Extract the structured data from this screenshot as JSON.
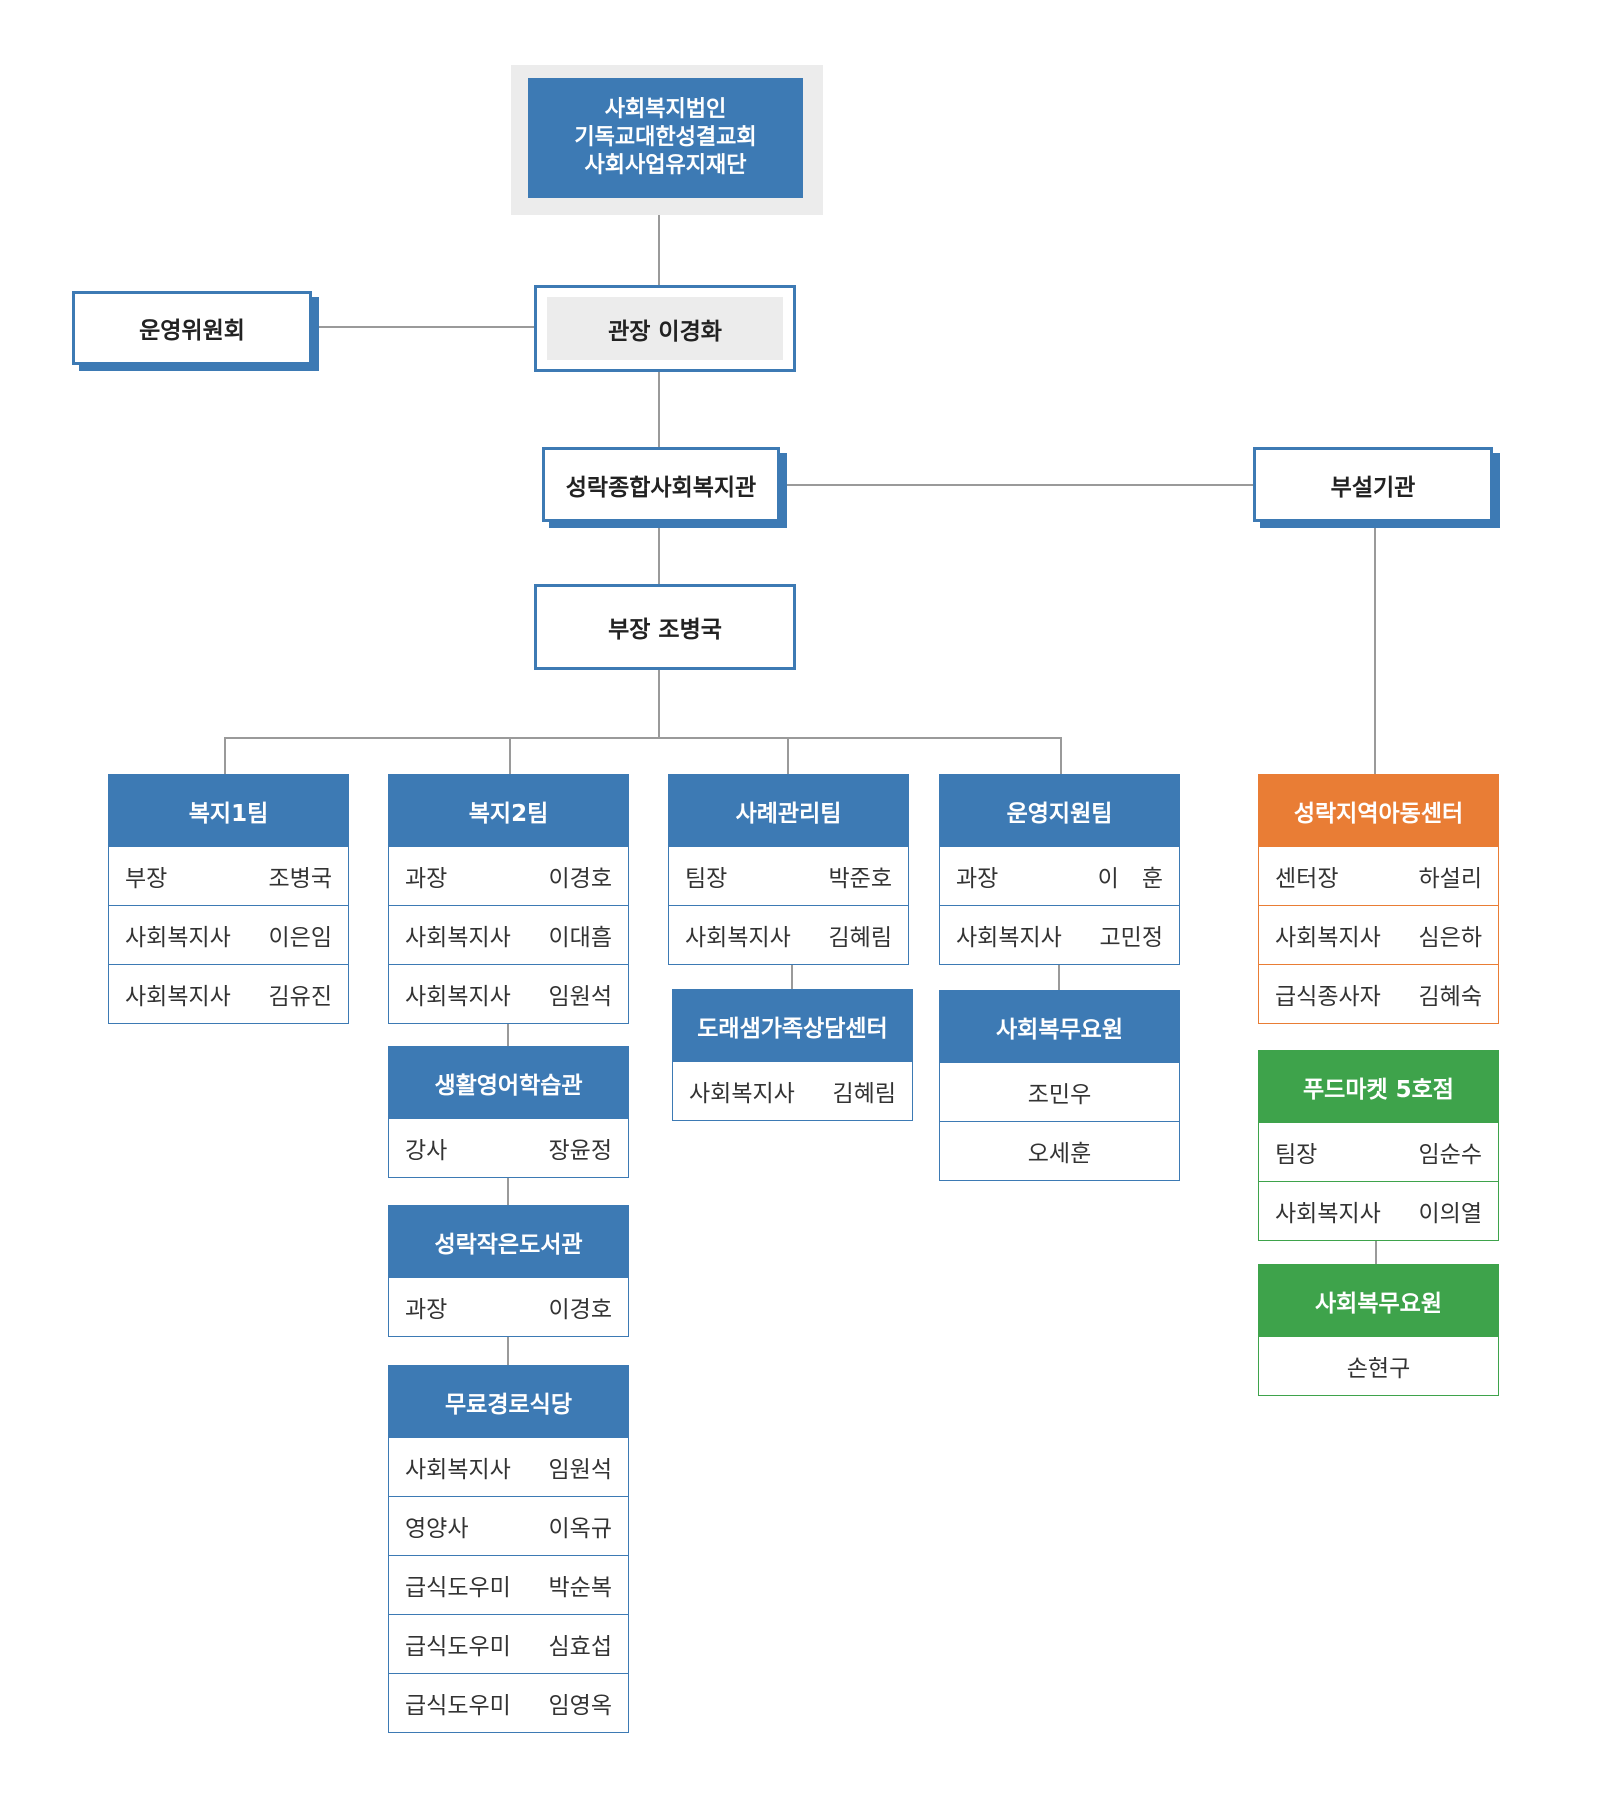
{
  "foundation": {
    "line1": "사회복지법인",
    "line2": "기독교대한성결교회",
    "line3": "사회사업유지재단"
  },
  "committee": "운영위원회",
  "director": "관장 이경화",
  "center": "성락종합사회복지관",
  "affiliated": "부설기관",
  "dept_head": "부장 조병국",
  "teams": {
    "welfare1": {
      "title": "복지1팀",
      "rows": [
        {
          "role": "부장",
          "name": "조병국"
        },
        {
          "role": "사회복지사",
          "name": "이은임"
        },
        {
          "role": "사회복지사",
          "name": "김유진"
        }
      ]
    },
    "welfare2": {
      "title": "복지2팀",
      "rows": [
        {
          "role": "과장",
          "name": "이경호"
        },
        {
          "role": "사회복지사",
          "name": "이대흠"
        },
        {
          "role": "사회복지사",
          "name": "임원석"
        }
      ]
    },
    "case": {
      "title": "사례관리팀",
      "rows": [
        {
          "role": "팀장",
          "name": "박준호"
        },
        {
          "role": "사회복지사",
          "name": "김혜림"
        }
      ]
    },
    "ops": {
      "title": "운영지원팀",
      "rows": [
        {
          "role": "과장",
          "name": "이　훈"
        },
        {
          "role": "사회복지사",
          "name": "고민정"
        }
      ]
    }
  },
  "subunits": {
    "english": {
      "title": "생활영어학습관",
      "rows": [
        {
          "role": "강사",
          "name": "장윤정"
        }
      ]
    },
    "library": {
      "title": "성락작은도서관",
      "rows": [
        {
          "role": "과장",
          "name": "이경호"
        }
      ]
    },
    "dining": {
      "title": "무료경로식당",
      "rows": [
        {
          "role": "사회복지사",
          "name": "임원석"
        },
        {
          "role": "영양사",
          "name": "이옥규"
        },
        {
          "role": "급식도우미",
          "name": "박순복"
        },
        {
          "role": "급식도우미",
          "name": "심효섭"
        },
        {
          "role": "급식도우미",
          "name": "임영옥"
        }
      ]
    },
    "family": {
      "title": "도래샘가족상담센터",
      "rows": [
        {
          "role": "사회복지사",
          "name": "김혜림"
        }
      ]
    },
    "service": {
      "title": "사회복무요원",
      "names": [
        "조민우",
        "오세훈"
      ]
    }
  },
  "affiliates": {
    "children": {
      "title": "성락지역아동센터",
      "rows": [
        {
          "role": "센터장",
          "name": "하설리"
        },
        {
          "role": "사회복지사",
          "name": "심은하"
        },
        {
          "role": "급식종사자",
          "name": "김혜숙"
        }
      ]
    },
    "foodmarket": {
      "title": "푸드마켓 5호점",
      "rows": [
        {
          "role": "팀장",
          "name": "임순수"
        },
        {
          "role": "사회복지사",
          "name": "이의열"
        }
      ]
    },
    "service": {
      "title": "사회복무요원",
      "names": [
        "손현구"
      ]
    }
  },
  "colors": {
    "blue": "#3d7ab4",
    "orange": "#e97d35",
    "green": "#3ea34b",
    "gray_box": "#ececec",
    "connector": "#9a9a9a"
  }
}
